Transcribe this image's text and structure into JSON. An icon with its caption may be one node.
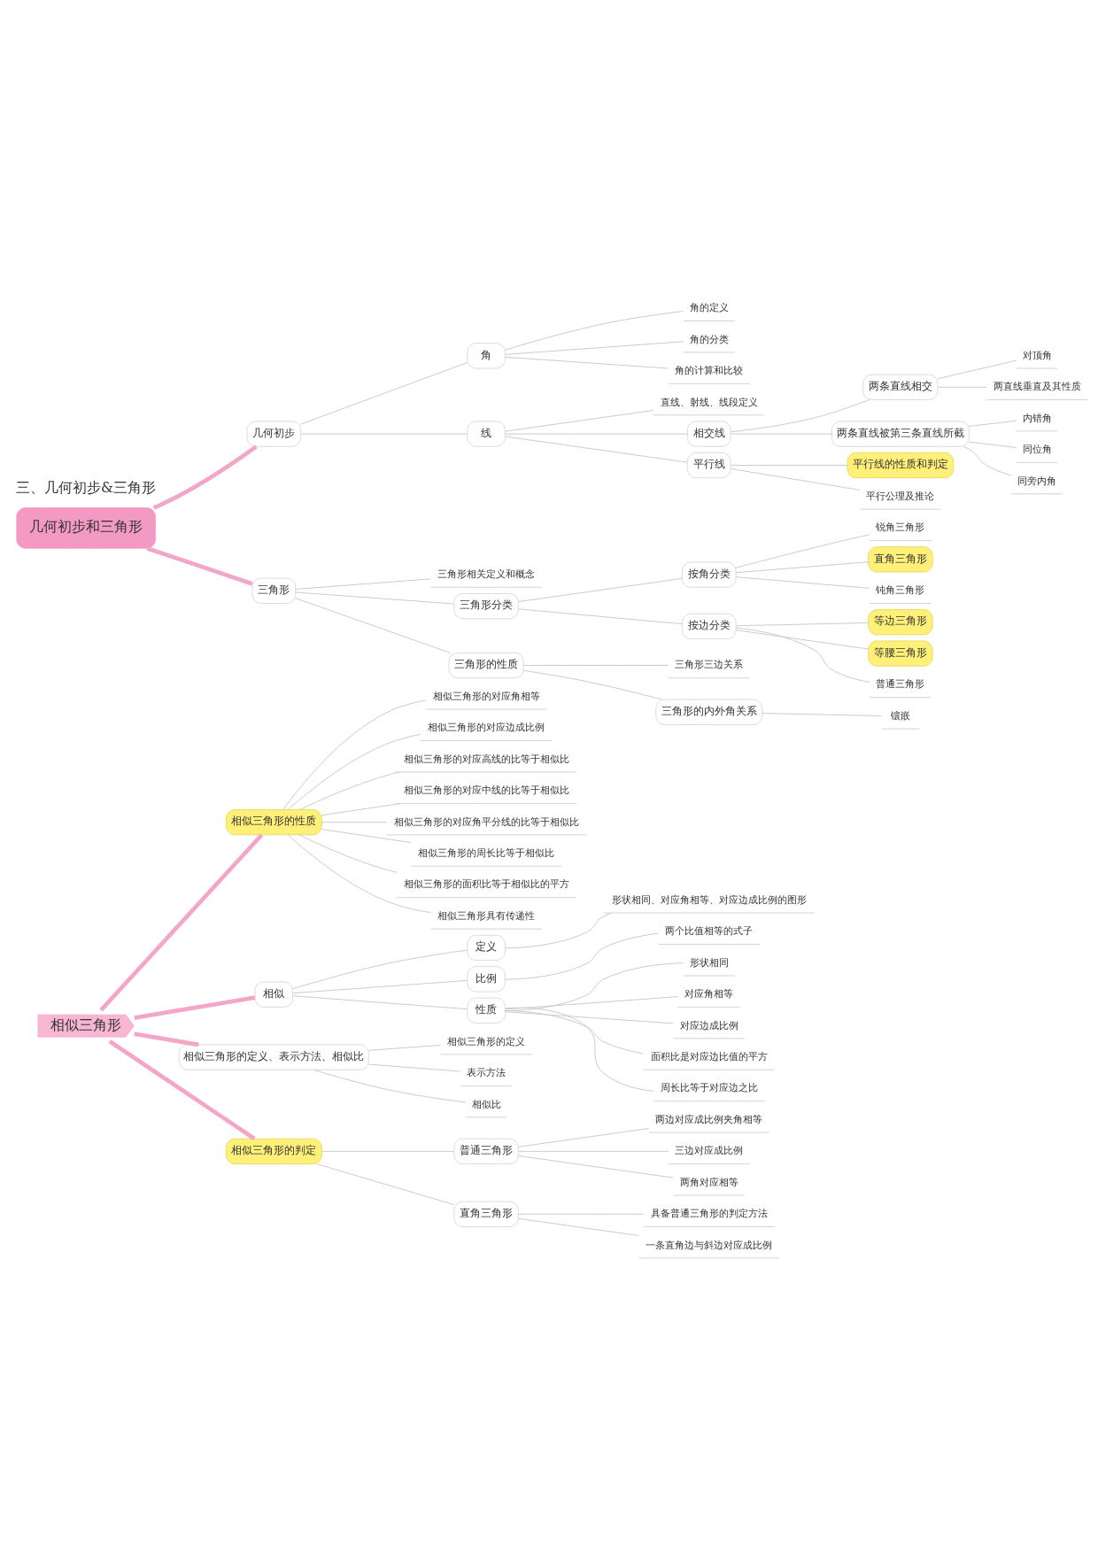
{
  "diagram": {
    "nodes": [
      {
        "text": [
          "相似三角形"
        ]
      },
      {
        "text": [
          "相似三角形的性质"
        ]
      },
      {
        "text": [
          "相似三角形的对应角相等"
        ]
      },
      {
        "text": [
          "相似三角形的对应边成比例"
        ]
      },
      {
        "text": [
          "相似三角形的对应高线的比等于相似比"
        ]
      },
      {
        "text": [
          "相似三角形的对应中线的比等于相似比"
        ]
      },
      {
        "text": [
          "相似三角形的对应角平分线的比等于相似比"
        ]
      },
      {
        "text": [
          "相似三角形的周长比等于相似比"
        ]
      },
      {
        "text": [
          "相似三角形的面积比等于相似比的平方"
        ]
      },
      {
        "text": [
          "相似三角形具有传递性"
        ]
      },
      {
        "text": [
          "相似"
        ]
      },
      {
        "text": [
          "定义"
        ]
      },
      {
        "text": [
          "形状相同、对应角相等、对应边成比例的图形"
        ]
      },
      {
        "text": [
          "比例"
        ]
      },
      {
        "text": [
          "两个比值相等的式子"
        ]
      },
      {
        "text": [
          "性质"
        ]
      },
      {
        "text": [
          "形状相同"
        ]
      },
      {
        "text": [
          "对应角相等"
        ]
      },
      {
        "text": [
          "对应边成比例"
        ]
      },
      {
        "text": [
          "面积比是对应边比值的平方"
        ]
      },
      {
        "text": [
          "周长比等于对应边之比"
        ]
      },
      {
        "text": [
          "相似三角形的定义、表示方法、相似比"
        ]
      },
      {
        "text": [
          "相似三角形的定义"
        ]
      },
      {
        "text": [
          "表示方法"
        ]
      },
      {
        "text": [
          "相似比"
        ]
      },
      {
        "text": [
          "相似三角形的判定"
        ]
      },
      {
        "text": [
          "普通三角形"
        ]
      },
      {
        "text": [
          "两边对应成比例夹角相等"
        ]
      },
      {
        "text": [
          "三边对应成比例"
        ]
      },
      {
        "text": [
          "两角对应相等"
        ]
      },
      {
        "text": [
          "直角三角形"
        ]
      },
      {
        "text": [
          "具备普通三角形的判定方法"
        ]
      },
      {
        "text": [
          "一条直角边与斜边对应成比例"
        ]
      },
      {
        "text": [
          "几何初步和三角形"
        ]
      },
      {
        "text": [
          "几何初步"
        ]
      },
      {
        "text": [
          "角"
        ]
      },
      {
        "text": [
          "角的定义"
        ]
      },
      {
        "text": [
          "角的分类"
        ]
      },
      {
        "text": [
          "角的计算和比较"
        ]
      },
      {
        "text": [
          "线"
        ]
      },
      {
        "text": [
          "直线、射线、线段定义"
        ]
      },
      {
        "text": [
          "相交线"
        ]
      },
      {
        "text": [
          "两条直线相交"
        ]
      },
      {
        "text": [
          "对顶角"
        ]
      },
      {
        "text": [
          "两直线垂直及其性质"
        ]
      },
      {
        "text": [
          "两条直线被第三条直线所截"
        ]
      },
      {
        "text": [
          "内错角"
        ]
      },
      {
        "text": [
          "同位角"
        ]
      },
      {
        "text": [
          "同旁内角"
        ]
      },
      {
        "text": [
          "平行线"
        ]
      },
      {
        "text": [
          "平行线的性质和判定"
        ]
      },
      {
        "text": [
          "平行公理及推论"
        ]
      },
      {
        "text": [
          "三角形"
        ]
      },
      {
        "text": [
          "三角形相关定义和概念"
        ]
      },
      {
        "text": [
          "三角形分类"
        ]
      },
      {
        "text": [
          "按角分类"
        ]
      },
      {
        "text": [
          "锐角三角形"
        ]
      },
      {
        "text": [
          "直角三角形"
        ]
      },
      {
        "text": [
          "钝角三角形"
        ]
      },
      {
        "text": [
          "按边分类"
        ]
      },
      {
        "text": [
          "等边三角形"
        ]
      },
      {
        "text": [
          "等腰三角形"
        ]
      },
      {
        "text": [
          "普通三角形"
        ]
      },
      {
        "text": [
          "三角形的性质"
        ]
      },
      {
        "text": [
          "三角形三边关系"
        ]
      },
      {
        "text": [
          "三角形的内外角关系"
        ]
      },
      {
        "text": [
          "镶嵌"
        ]
      }
    ],
    "edges": [
      {
        "from": 0,
        "to": 1,
        "arrow": "none",
        "style": "thick",
        "color": "#f4a6c8"
      },
      {
        "from": 1,
        "to": 2,
        "arrow": "none"
      },
      {
        "from": 1,
        "to": 3,
        "arrow": "none"
      },
      {
        "from": 1,
        "to": 4,
        "arrow": "none"
      },
      {
        "from": 1,
        "to": 5,
        "arrow": "none"
      },
      {
        "from": 1,
        "to": 6,
        "arrow": "none"
      },
      {
        "from": 1,
        "to": 7,
        "arrow": "none"
      },
      {
        "from": 1,
        "to": 8,
        "arrow": "none"
      },
      {
        "from": 1,
        "to": 9,
        "arrow": "none"
      },
      {
        "from": 0,
        "to": 10,
        "arrow": "none",
        "style": "thick",
        "color": "#f4a6c8"
      },
      {
        "from": 10,
        "to": 11,
        "arrow": "none"
      },
      {
        "from": 11,
        "to": 12,
        "arrow": "none"
      },
      {
        "from": 10,
        "to": 13,
        "arrow": "none"
      },
      {
        "from": 13,
        "to": 14,
        "arrow": "none"
      },
      {
        "from": 10,
        "to": 15,
        "arrow": "none"
      },
      {
        "from": 15,
        "to": 16,
        "arrow": "none"
      },
      {
        "from": 15,
        "to": 17,
        "arrow": "none"
      },
      {
        "from": 15,
        "to": 18,
        "arrow": "none"
      },
      {
        "from": 15,
        "to": 19,
        "arrow": "none"
      },
      {
        "from": 15,
        "to": 20,
        "arrow": "none"
      },
      {
        "from": 0,
        "to": 21,
        "arrow": "none",
        "style": "thick",
        "color": "#f4a6c8"
      },
      {
        "from": 21,
        "to": 22,
        "arrow": "none"
      },
      {
        "from": 21,
        "to": 23,
        "arrow": "none"
      },
      {
        "from": 21,
        "to": 24,
        "arrow": "none"
      },
      {
        "from": 0,
        "to": 25,
        "arrow": "none",
        "style": "thick",
        "color": "#f4a6c8"
      },
      {
        "from": 25,
        "to": 26,
        "arrow": "none"
      },
      {
        "from": 26,
        "to": 27,
        "arrow": "none"
      },
      {
        "from": 26,
        "to": 28,
        "arrow": "none"
      },
      {
        "from": 26,
        "to": 29,
        "arrow": "none"
      },
      {
        "from": 25,
        "to": 30,
        "arrow": "none"
      },
      {
        "from": 30,
        "to": 31,
        "arrow": "none"
      },
      {
        "from": 30,
        "to": 32,
        "arrow": "none"
      },
      {
        "from": 33,
        "to": 34,
        "arrow": "none",
        "style": "thick",
        "color": "#f4a6c8"
      },
      {
        "from": 34,
        "to": 35,
        "arrow": "none"
      },
      {
        "from": 35,
        "to": 36,
        "arrow": "none"
      },
      {
        "from": 35,
        "to": 37,
        "arrow": "none"
      },
      {
        "from": 35,
        "to": 38,
        "arrow": "none"
      },
      {
        "from": 34,
        "to": 39,
        "arrow": "none"
      },
      {
        "from": 39,
        "to": 40,
        "arrow": "none"
      },
      {
        "from": 39,
        "to": 41,
        "arrow": "none"
      },
      {
        "from": 41,
        "to": 42,
        "arrow": "none"
      },
      {
        "from": 42,
        "to": 43,
        "arrow": "none"
      },
      {
        "from": 42,
        "to": 44,
        "arrow": "none"
      },
      {
        "from": 41,
        "to": 45,
        "arrow": "none"
      },
      {
        "from": 45,
        "to": 46,
        "arrow": "none"
      },
      {
        "from": 45,
        "to": 47,
        "arrow": "none"
      },
      {
        "from": 45,
        "to": 48,
        "arrow": "none"
      },
      {
        "from": 39,
        "to": 49,
        "arrow": "none"
      },
      {
        "from": 49,
        "to": 50,
        "arrow": "none"
      },
      {
        "from": 49,
        "to": 51,
        "arrow": "none"
      },
      {
        "from": 33,
        "to": 52,
        "arrow": "none",
        "style": "thick",
        "color": "#f4a6c8"
      },
      {
        "from": 52,
        "to": 53,
        "arrow": "none"
      },
      {
        "from": 52,
        "to": 54,
        "arrow": "none"
      },
      {
        "from": 54,
        "to": 55,
        "arrow": "none"
      },
      {
        "from": 55,
        "to": 56,
        "arrow": "none"
      },
      {
        "from": 55,
        "to": 57,
        "arrow": "none"
      },
      {
        "from": 55,
        "to": 58,
        "arrow": "none"
      },
      {
        "from": 54,
        "to": 59,
        "arrow": "none"
      },
      {
        "from": 59,
        "to": 60,
        "arrow": "none"
      },
      {
        "from": 59,
        "to": 61,
        "arrow": "none"
      },
      {
        "from": 59,
        "to": 62,
        "arrow": "none"
      },
      {
        "from": 52,
        "to": 63,
        "arrow": "none"
      },
      {
        "from": 63,
        "to": 64,
        "arrow": "none"
      },
      {
        "from": 63,
        "to": 65,
        "arrow": "none"
      },
      {
        "from": 65,
        "to": 66,
        "arrow": "none"
      }
    ],
    "labels": [
      "三、几何初步&三角形"
    ]
  }
}
